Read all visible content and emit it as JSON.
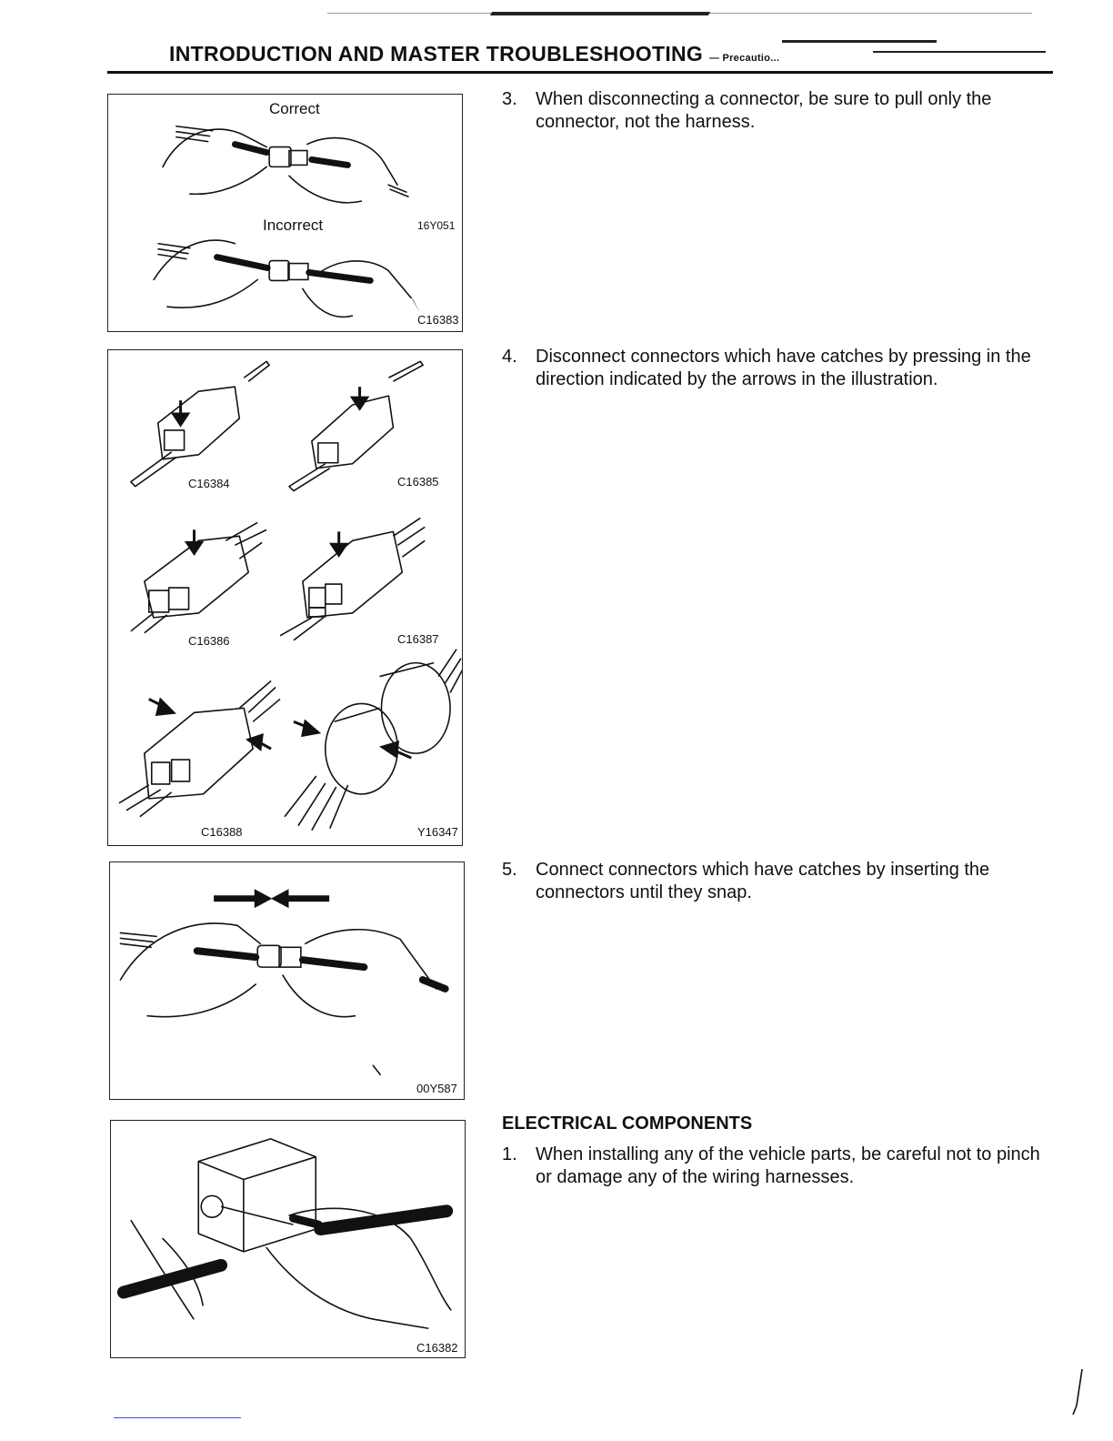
{
  "header": {
    "title": "INTRODUCTION AND MASTER TROUBLESHOOTING",
    "subtitle_fragment": "— Precautio..."
  },
  "figures": {
    "fig1": {
      "correct_label": "Correct",
      "incorrect_label": "Incorrect",
      "code_top": "16Y051",
      "code_bottom": "C16383"
    },
    "fig2": {
      "codes": [
        "C16384",
        "C16385",
        "C16386",
        "C16387",
        "C16388",
        "Y16347"
      ]
    },
    "fig3": {
      "code": "00Y587"
    },
    "fig4": {
      "code": "C16382"
    }
  },
  "steps": [
    {
      "number": "3.",
      "text": "When disconnecting a connector, be sure to pull only the connector, not the harness."
    },
    {
      "number": "4.",
      "text": "Disconnect connectors which have catches by pressing in the direction indicated by the arrows in the illustration."
    },
    {
      "number": "5.",
      "text": "Connect connectors which have catches by inserting the connectors until they snap."
    }
  ],
  "electrical": {
    "title": "ELECTRICAL COMPONENTS",
    "number": "1.",
    "text": "When installing any of the vehicle parts, be careful not to pinch or damage any of the wiring harnesses."
  }
}
